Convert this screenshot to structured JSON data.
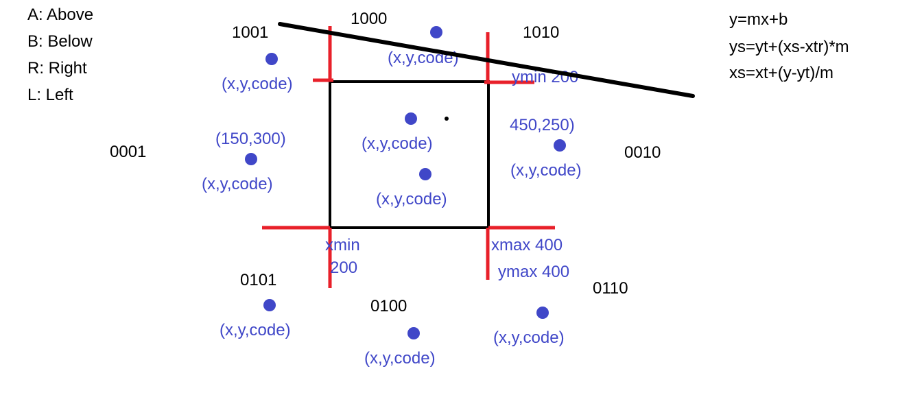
{
  "legend": {
    "above": "A: Above",
    "below": "B: Below",
    "right": "R: Right",
    "left": "L: Left"
  },
  "formulas": {
    "line": "y=mx+b",
    "ys": "ys=yt+(xs-xtr)*m",
    "xs": "xs=xt+(y-yt)/m"
  },
  "region_codes": {
    "top_left": "1001",
    "top": "1000",
    "top_right": "1010",
    "left": "0001",
    "right": "0010",
    "bottom_left": "0101",
    "bottom": "0100",
    "bottom_right": "0110"
  },
  "boundary_labels": {
    "ymin": "ymin  200",
    "xmin": "xmin",
    "xmin_value": "200",
    "xmax": "xmax  400",
    "ymax": "ymax 400"
  },
  "point_labels": {
    "generic": "(x,y,code)",
    "left_coord": "(150,300)",
    "right_coord": "450,250)"
  },
  "colors": {
    "clip_window": "#000000",
    "boundary": "#e8202a",
    "point": "#4047c8",
    "point_label": "#4047c8",
    "line": "#000000"
  }
}
